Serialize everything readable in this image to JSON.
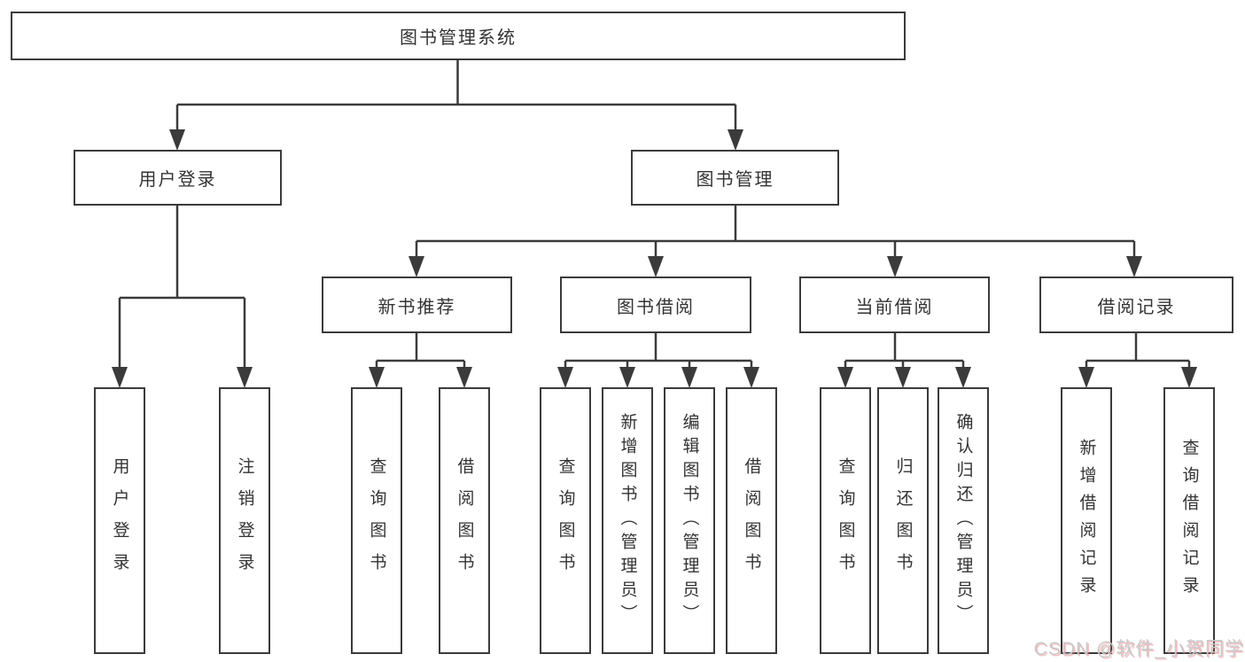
{
  "nodes": {
    "root": "图书管理系统",
    "modules": [
      "用户登录",
      "图书管理"
    ],
    "submodules": [
      "新书推荐",
      "图书借阅",
      "当前借阅",
      "借阅记录"
    ],
    "leaves": {
      "user_login": [
        "用户登录",
        "注销登录"
      ],
      "new_book": [
        "查询图书",
        "借阅图书"
      ],
      "borrow": [
        "查询图书",
        "新增图书（管理员）",
        "编辑图书（管理员）",
        "借阅图书"
      ],
      "current": [
        "查询图书",
        "归还图书",
        "确认归还（管理员）"
      ],
      "records": [
        "新增借阅记录",
        "查询借阅记录"
      ]
    }
  },
  "watermark": {
    "text": "CSDN @软件_小贺同学"
  },
  "colors": {
    "line": "#3b3b3b",
    "text": "#333333",
    "background": "#ffffff",
    "watermark": "#c9c9c9"
  }
}
